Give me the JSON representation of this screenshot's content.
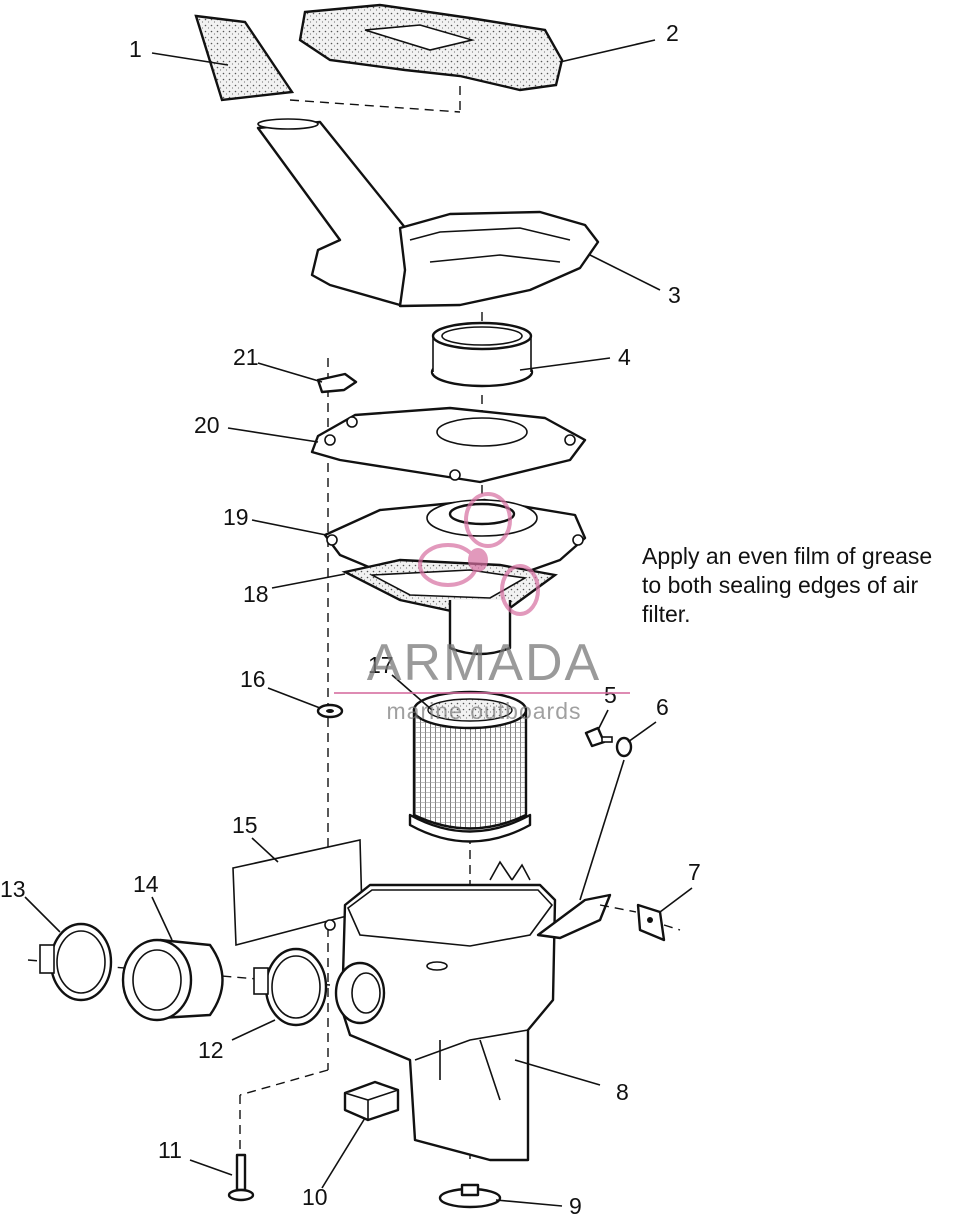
{
  "part_labels": [
    "1",
    "2",
    "3",
    "4",
    "5",
    "6",
    "7",
    "8",
    "9",
    "10",
    "11",
    "12",
    "13",
    "14",
    "15",
    "16",
    "17",
    "18",
    "19",
    "20",
    "21"
  ],
  "note": {
    "line1": "Apply an even film of grease",
    "line2": "to both sealing edges of air",
    "line3": "filter."
  },
  "watermark": {
    "brand": "ARMADA",
    "tagline": "marine outboards",
    "color": "#d66ea0"
  }
}
